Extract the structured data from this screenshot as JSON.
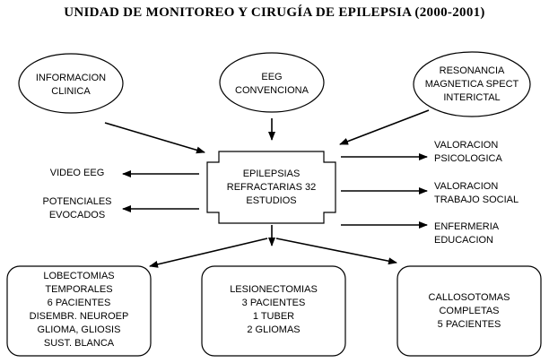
{
  "title": "UNIDAD DE MONITOREO Y CIRUGÍA DE EPILEPSIA (2000-2001)",
  "inputs": {
    "clinical": [
      "INFORMACION",
      "CLINICA"
    ],
    "eeg": [
      "EEG",
      "CONVENCIONA"
    ],
    "imaging": [
      "RESONANCIA",
      "MAGNETICA SPECT",
      "INTERICTAL"
    ]
  },
  "center": [
    "EPILEPSIAS",
    "REFRACTARIAS 32",
    "ESTUDIOS"
  ],
  "left_outputs": {
    "video": [
      "VIDEO EEG"
    ],
    "potentials": [
      "POTENCIALES",
      "EVOCADOS"
    ]
  },
  "right_outputs": {
    "psych": [
      "VALORACION",
      "PSICOLOGICA"
    ],
    "social": [
      "VALORACION",
      "TRABAJO SOCIAL"
    ],
    "nursing": [
      "ENFERMERIA",
      "EDUCACION"
    ]
  },
  "outcomes": {
    "lobectomies": [
      "LOBECTOMIAS",
      "TEMPORALES",
      "6 PACIENTES",
      "DISEMBR. NEUROEP",
      "GLIOMA, GLIOSIS",
      "SUST. BLANCA"
    ],
    "lesionectomies": [
      "LESIONECTOMIAS",
      "3 PACIENTES",
      "1 TUBER",
      "2 GLIOMAS"
    ],
    "callosotomies": [
      "CALLOSOTOMAS",
      "COMPLETAS",
      "5 PACIENTES"
    ]
  }
}
